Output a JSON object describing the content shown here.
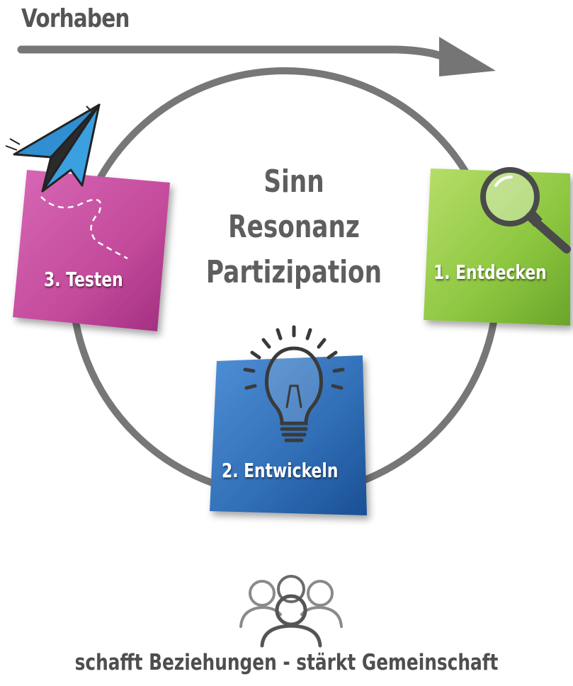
{
  "header": {
    "title": "Vorhaben"
  },
  "center": {
    "line1": "Sinn",
    "line2": "Resonanz",
    "line3": "Partizipation"
  },
  "steps": [
    {
      "label": "1. Entdecken",
      "color": "#8cc63f",
      "icon": "magnifier-icon"
    },
    {
      "label": "2. Entwickeln",
      "color": "#2f6db5",
      "icon": "lightbulb-icon"
    },
    {
      "label": "3. Testen",
      "color": "#c44a9c",
      "icon": "paper-plane-icon"
    }
  ],
  "footer": {
    "caption": "schafft Beziehungen - stärkt Gemeinschaft",
    "icon": "people-group-icon"
  },
  "colors": {
    "ring": "#757575",
    "text": "#5a5a5a"
  }
}
